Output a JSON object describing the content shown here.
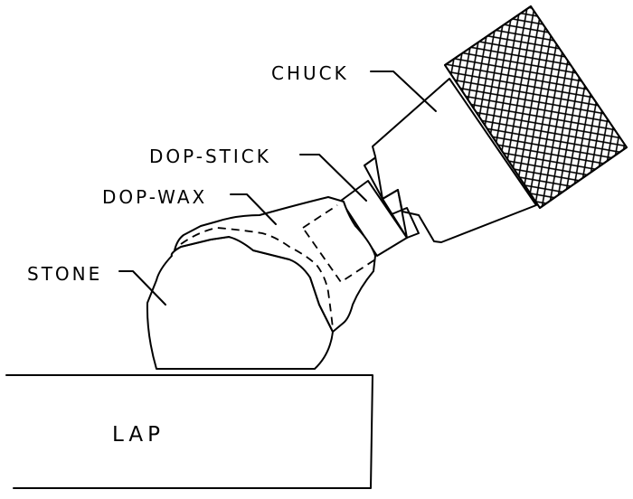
{
  "labels": {
    "chuck": "CHUCK",
    "dop_stick": "DOP-STICK",
    "dop_wax": "DOP-WAX",
    "stone": "STONE",
    "lap": "LAP"
  }
}
